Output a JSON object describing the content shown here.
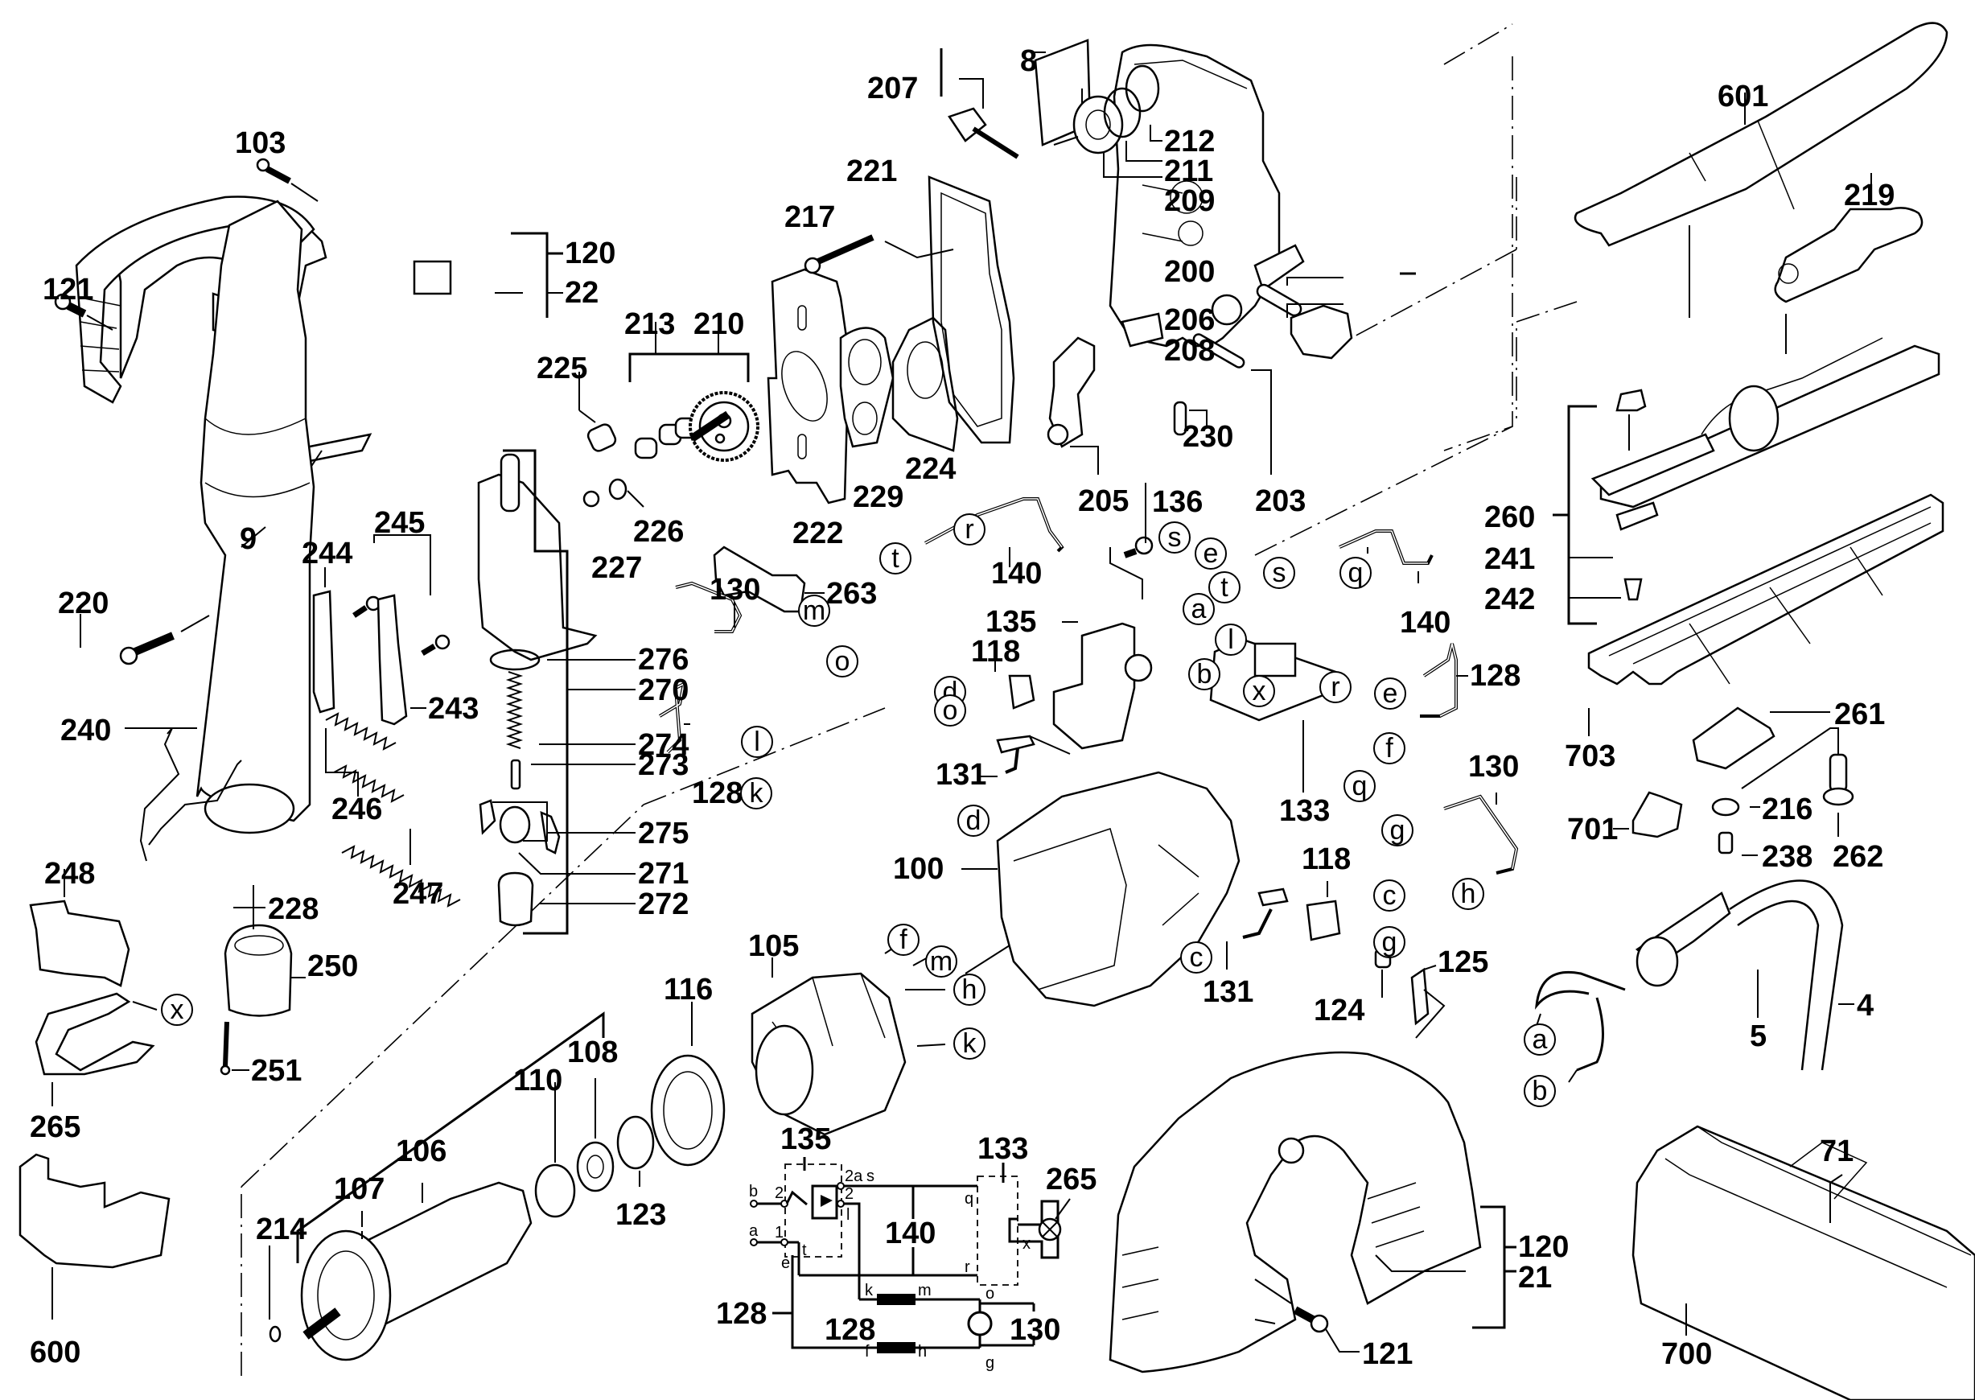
{
  "title": "Jigsaw exploded parts diagram",
  "part_labels": [
    {
      "id": "103",
      "text": "103"
    },
    {
      "id": "121-top",
      "text": "121"
    },
    {
      "id": "120-top",
      "text": "120"
    },
    {
      "id": "22",
      "text": "22"
    },
    {
      "id": "9",
      "text": "9"
    },
    {
      "id": "225",
      "text": "225"
    },
    {
      "id": "213",
      "text": "213"
    },
    {
      "id": "210",
      "text": "210"
    },
    {
      "id": "217",
      "text": "217"
    },
    {
      "id": "221",
      "text": "221"
    },
    {
      "id": "207",
      "text": "207"
    },
    {
      "id": "8",
      "text": "8"
    },
    {
      "id": "212",
      "text": "212"
    },
    {
      "id": "211",
      "text": "211"
    },
    {
      "id": "209",
      "text": "209"
    },
    {
      "id": "200",
      "text": "200"
    },
    {
      "id": "206",
      "text": "206"
    },
    {
      "id": "208",
      "text": "208"
    },
    {
      "id": "230",
      "text": "230"
    },
    {
      "id": "203",
      "text": "203"
    },
    {
      "id": "205",
      "text": "205"
    },
    {
      "id": "224",
      "text": "224"
    },
    {
      "id": "229",
      "text": "229"
    },
    {
      "id": "222",
      "text": "222"
    },
    {
      "id": "226",
      "text": "226"
    },
    {
      "id": "227",
      "text": "227"
    },
    {
      "id": "601",
      "text": "601"
    },
    {
      "id": "219",
      "text": "219"
    },
    {
      "id": "260",
      "text": "260"
    },
    {
      "id": "241",
      "text": "241"
    },
    {
      "id": "242",
      "text": "242"
    },
    {
      "id": "703",
      "text": "703"
    },
    {
      "id": "261",
      "text": "261"
    },
    {
      "id": "216",
      "text": "216"
    },
    {
      "id": "262",
      "text": "262"
    },
    {
      "id": "701",
      "text": "701"
    },
    {
      "id": "238",
      "text": "238"
    },
    {
      "id": "220",
      "text": "220"
    },
    {
      "id": "244",
      "text": "244"
    },
    {
      "id": "245",
      "text": "245"
    },
    {
      "id": "240",
      "text": "240"
    },
    {
      "id": "243",
      "text": "243"
    },
    {
      "id": "246",
      "text": "246"
    },
    {
      "id": "247",
      "text": "247"
    },
    {
      "id": "248",
      "text": "248"
    },
    {
      "id": "228",
      "text": "228"
    },
    {
      "id": "250",
      "text": "250"
    },
    {
      "id": "251",
      "text": "251"
    },
    {
      "id": "265",
      "text": "265"
    },
    {
      "id": "600",
      "text": "600"
    },
    {
      "id": "276",
      "text": "276"
    },
    {
      "id": "270",
      "text": "270"
    },
    {
      "id": "274",
      "text": "274"
    },
    {
      "id": "273",
      "text": "273"
    },
    {
      "id": "275",
      "text": "275"
    },
    {
      "id": "271",
      "text": "271"
    },
    {
      "id": "272",
      "text": "272"
    },
    {
      "id": "263",
      "text": "263"
    },
    {
      "id": "130-a",
      "text": "130"
    },
    {
      "id": "140-a",
      "text": "140"
    },
    {
      "id": "136",
      "text": "136"
    },
    {
      "id": "135",
      "text": "135"
    },
    {
      "id": "140-b",
      "text": "140"
    },
    {
      "id": "118-a",
      "text": "118"
    },
    {
      "id": "131-a",
      "text": "131"
    },
    {
      "id": "128-a",
      "text": "128"
    },
    {
      "id": "100",
      "text": "100"
    },
    {
      "id": "133",
      "text": "133"
    },
    {
      "id": "128-b",
      "text": "128"
    },
    {
      "id": "130-b",
      "text": "130"
    },
    {
      "id": "118-b",
      "text": "118"
    },
    {
      "id": "131-b",
      "text": "131"
    },
    {
      "id": "124",
      "text": "124"
    },
    {
      "id": "125",
      "text": "125"
    },
    {
      "id": "105",
      "text": "105"
    },
    {
      "id": "116",
      "text": "116"
    },
    {
      "id": "108",
      "text": "108"
    },
    {
      "id": "110",
      "text": "110"
    },
    {
      "id": "106",
      "text": "106"
    },
    {
      "id": "107",
      "text": "107"
    },
    {
      "id": "123",
      "text": "123"
    },
    {
      "id": "214",
      "text": "214"
    },
    {
      "id": "5",
      "text": "5"
    },
    {
      "id": "4",
      "text": "4"
    },
    {
      "id": "120-bot",
      "text": "120"
    },
    {
      "id": "21",
      "text": "21"
    },
    {
      "id": "121-bot",
      "text": "121"
    },
    {
      "id": "71",
      "text": "71"
    },
    {
      "id": "700",
      "text": "700"
    }
  ],
  "connector_labels": [
    {
      "id": "t1",
      "text": "t"
    },
    {
      "id": "r1",
      "text": "r"
    },
    {
      "id": "m1",
      "text": "m"
    },
    {
      "id": "o1",
      "text": "o"
    },
    {
      "id": "l1",
      "text": "l"
    },
    {
      "id": "k1",
      "text": "k"
    },
    {
      "id": "d1",
      "text": "d"
    },
    {
      "id": "o2",
      "text": "o"
    },
    {
      "id": "d2",
      "text": "d"
    },
    {
      "id": "s1",
      "text": "s"
    },
    {
      "id": "e1",
      "text": "e"
    },
    {
      "id": "t2",
      "text": "t"
    },
    {
      "id": "a1",
      "text": "a"
    },
    {
      "id": "l2",
      "text": "l"
    },
    {
      "id": "b1",
      "text": "b"
    },
    {
      "id": "s2",
      "text": "s"
    },
    {
      "id": "q1",
      "text": "q"
    },
    {
      "id": "x1",
      "text": "x"
    },
    {
      "id": "r2",
      "text": "r"
    },
    {
      "id": "q2",
      "text": "q"
    },
    {
      "id": "e2",
      "text": "e"
    },
    {
      "id": "f1",
      "text": "f"
    },
    {
      "id": "g1",
      "text": "g"
    },
    {
      "id": "h1",
      "text": "h"
    },
    {
      "id": "c1",
      "text": "c"
    },
    {
      "id": "g2",
      "text": "g"
    },
    {
      "id": "c2",
      "text": "c"
    },
    {
      "id": "f2",
      "text": "f"
    },
    {
      "id": "m2",
      "text": "m"
    },
    {
      "id": "h2",
      "text": "h"
    },
    {
      "id": "k2",
      "text": "k"
    },
    {
      "id": "x2",
      "text": "x"
    },
    {
      "id": "a2",
      "text": "a"
    },
    {
      "id": "b2",
      "text": "b"
    }
  ],
  "schematic": {
    "labels": {
      "switch": "135",
      "electronics": "133",
      "lamp": "265",
      "capacitor": "140",
      "lead_left": "128",
      "lead_mid": "128",
      "motor": "130"
    },
    "terminals": {
      "b": "b",
      "a": "a",
      "arrow2": "2",
      "arrow1": "1",
      "t2a": "2a",
      "s": "s",
      "t2": "2",
      "l": "l",
      "t": "t",
      "e": "e",
      "q": "q",
      "r": "r",
      "x": "x",
      "k": "k",
      "m": "m",
      "o": "o",
      "f": "f",
      "h": "h",
      "g": "g"
    }
  }
}
